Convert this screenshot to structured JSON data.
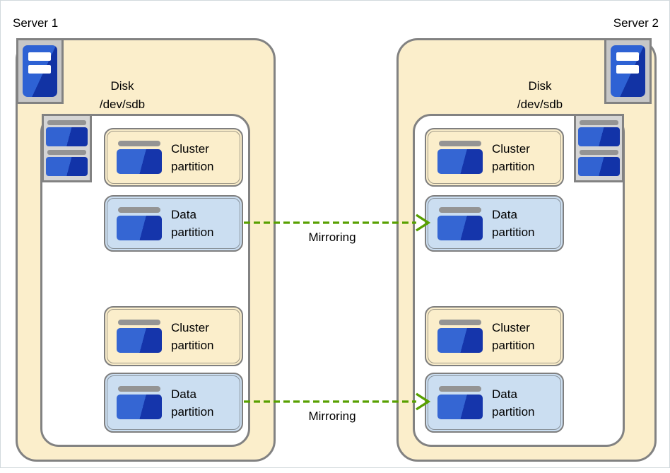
{
  "servers": [
    {
      "name": "Server 1",
      "disk": {
        "label": "Disk",
        "device": "/dev/sdb"
      },
      "partitions": [
        {
          "kind": "cluster",
          "label": "Cluster partition"
        },
        {
          "kind": "data",
          "label": "Data partition"
        },
        {
          "kind": "cluster",
          "label": "Cluster partition"
        },
        {
          "kind": "data",
          "label": "Data partition"
        }
      ]
    },
    {
      "name": "Server 2",
      "disk": {
        "label": "Disk",
        "device": "/dev/sdb"
      },
      "partitions": [
        {
          "kind": "cluster",
          "label": "Cluster partition"
        },
        {
          "kind": "data",
          "label": "Data partition"
        },
        {
          "kind": "cluster",
          "label": "Cluster partition"
        },
        {
          "kind": "data",
          "label": "Data partition"
        }
      ]
    }
  ],
  "arrows": [
    {
      "label": "Mirroring"
    },
    {
      "label": "Mirroring"
    }
  ],
  "colors": {
    "container_cream": "#fbeecb",
    "data_partition_blue": "#cbdef1",
    "border_gray": "#828282",
    "icon_blue_light": "#3566d3",
    "icon_blue_dark": "#1535ab",
    "icon_bar_gray": "#949494",
    "arrow_green": "#58a000",
    "frame_border": "#d2d9dd"
  }
}
